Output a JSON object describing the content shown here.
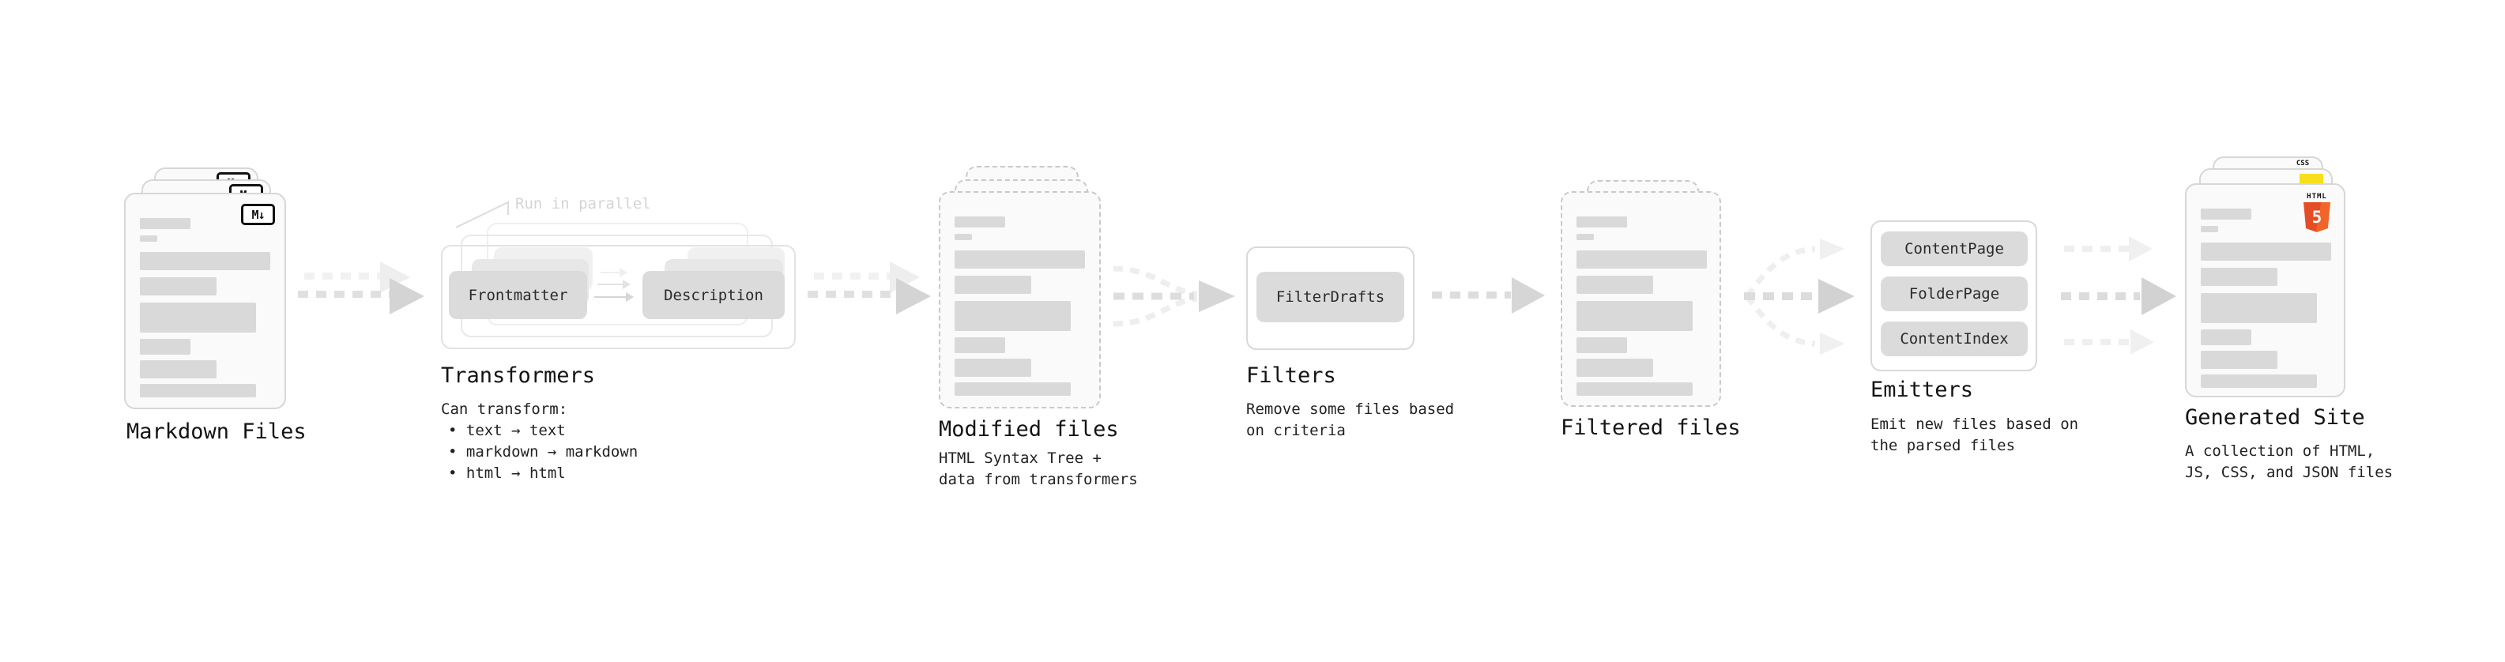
{
  "stages": {
    "markdown": {
      "label": "Markdown Files",
      "badge": "M↓"
    },
    "transformers": {
      "label": "Transformers",
      "note": "Run in parallel",
      "input_pill": "Frontmatter",
      "output_pill": "Description",
      "desc_title": "Can transform:",
      "bullets": [
        "• text → text",
        "• markdown → markdown",
        "• html → html"
      ]
    },
    "modified": {
      "label": "Modified files",
      "desc": [
        "HTML Syntax Tree +",
        "data from transformers"
      ]
    },
    "filters": {
      "label": "Filters",
      "pill": "FilterDrafts",
      "desc": [
        "Remove some files based",
        "on criteria"
      ]
    },
    "filtered": {
      "label": "Filtered files"
    },
    "emitters": {
      "label": "Emitters",
      "pills": [
        "ContentPage",
        "FolderPage",
        "ContentIndex"
      ],
      "desc": [
        "Emit new files based on",
        "the parsed files"
      ]
    },
    "generated": {
      "label": "Generated Site",
      "desc": [
        "A collection of HTML,",
        "JS, CSS, and JSON files"
      ],
      "html_badge_word": "HTML",
      "html_badge_number": "5",
      "css_badge_word": "CSS"
    }
  },
  "colors": {
    "html5_orange": "#e44d26",
    "js_yellow": "#f7df1e",
    "css_blue": "#2965f1",
    "bar_gray": "#d9d9d9"
  }
}
